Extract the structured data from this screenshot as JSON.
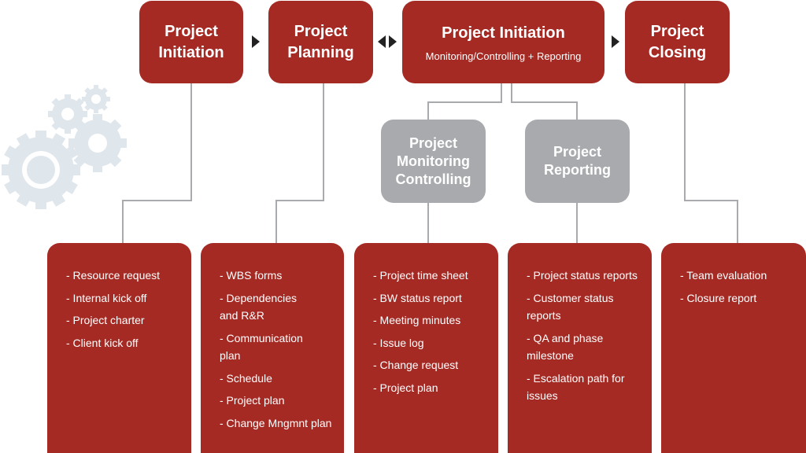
{
  "phases": {
    "initiation": {
      "title": "Project\nInitiation"
    },
    "planning": {
      "title": "Project\nPlanning"
    },
    "execution": {
      "title": "Project Initiation",
      "subtitle": "Monitoring/Controlling + Reporting"
    },
    "closing": {
      "title": "Project\nClosing"
    }
  },
  "subphases": {
    "monitoring": {
      "title": "Project\nMonitoring\nControlling"
    },
    "reporting": {
      "title": "Project\nReporting"
    }
  },
  "cards": {
    "initiation": [
      "- Resource request",
      "- Internal kick off",
      "- Project charter",
      "- Client kick off"
    ],
    "planning": [
      "- WBS forms",
      "- Dependencies\n   and R&R",
      "- Communication\n   plan",
      "- Schedule",
      "- Project plan",
      "- Change Mngmnt plan"
    ],
    "monitoring": [
      "- Project time sheet",
      "- BW status report",
      "- Meeting minutes",
      "- Issue log",
      "- Change request",
      "- Project plan"
    ],
    "reporting": [
      "- Project status reports",
      "- Customer status\n   reports",
      "- QA and phase\n   milestone",
      "- Escalation path for\n   issues"
    ],
    "closing": [
      "- Team evaluation",
      "- Closure report"
    ]
  },
  "colors": {
    "primary": "#a52a24",
    "secondary": "#a8aaad",
    "connector": "#a8aaad",
    "gear": "#dfe6ec"
  },
  "icons": {
    "decoration": "gears-icon",
    "flow": "triangle-arrow-icon"
  }
}
